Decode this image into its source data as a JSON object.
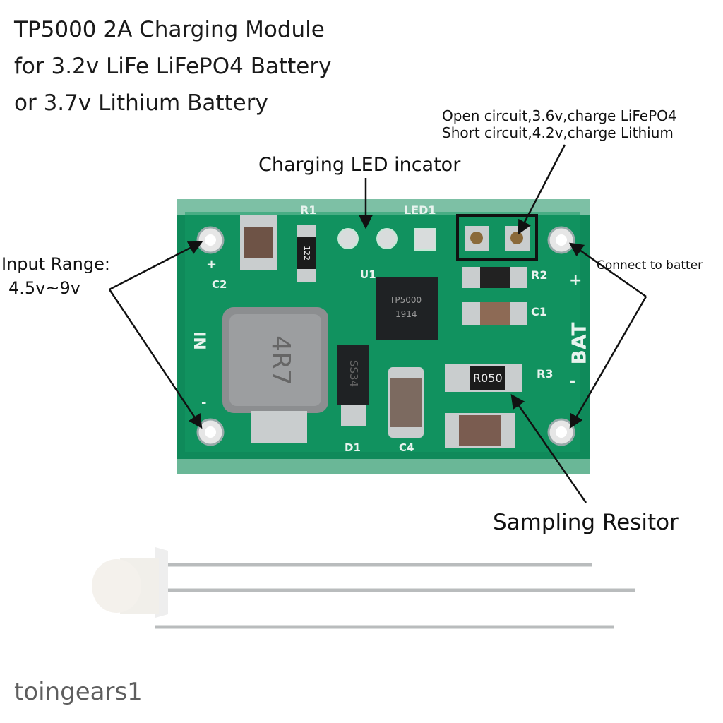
{
  "title": {
    "line1": "TP5000 2A Charging Module",
    "line2": "for 3.2v LiFe LiFePO4 Battery",
    "line3": "or 3.7v Lithium Battery"
  },
  "watermark": "toingears1",
  "annotations": {
    "jumper_line1": "Open circuit,3.6v,charge LiFePO4",
    "jumper_line2": "Short circuit,4.2v,charge Lithium",
    "led": "Charging LED incator",
    "input_line1": "Input Range:",
    "input_line2": "4.5v~9v",
    "battery": "Connect to batter",
    "sampling": "Sampling Resitor"
  },
  "silkscreen": {
    "r1": "R1",
    "led1": "LED1",
    "u1": "U1",
    "r2": "R2",
    "c1": "C1",
    "r3": "R3",
    "bat": "BAT",
    "c2": "C2",
    "c4": "C4",
    "d1": "D1",
    "in": "IN",
    "plus": "+",
    "minus": "-",
    "chip": "TP5000",
    "chip_code": "1914",
    "inductor": "4R7",
    "diode": "SS34",
    "sense_res": "R050",
    "r1_value": "122"
  },
  "colors": {
    "pcb": "#0f8a5a",
    "pcb_trace": "#17a06a",
    "silk": "#e8f3ee",
    "pad": "#cfd3d4"
  }
}
